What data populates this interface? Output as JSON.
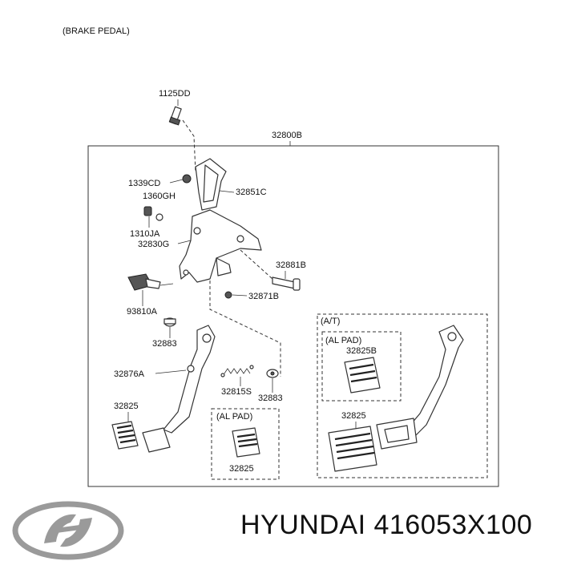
{
  "title": "(BRAKE PEDAL)",
  "labels": {
    "l1125DD": "1125DD",
    "l32800B": "32800B",
    "l1339CD": "1339CD",
    "l1360GH": "1360GH",
    "l32851C": "32851C",
    "l1310JA": "1310JA",
    "l32830G": "32830G",
    "l32881B": "32881B",
    "l32871B": "32871B",
    "l93810A": "93810A",
    "l32883a": "32883",
    "l32876A": "32876A",
    "l32815S": "32815S",
    "l32883b": "32883",
    "l32825a": "32825",
    "l32825b": "32825",
    "l32825c": "32825B",
    "l32825d": "32825"
  },
  "groups": {
    "at": "(A/T)",
    "alpad1": "(AL PAD)",
    "alpad2": "(AL PAD)"
  },
  "caption": "HYUNDAI 416053X100",
  "logo": "hyundai-logo-icon"
}
